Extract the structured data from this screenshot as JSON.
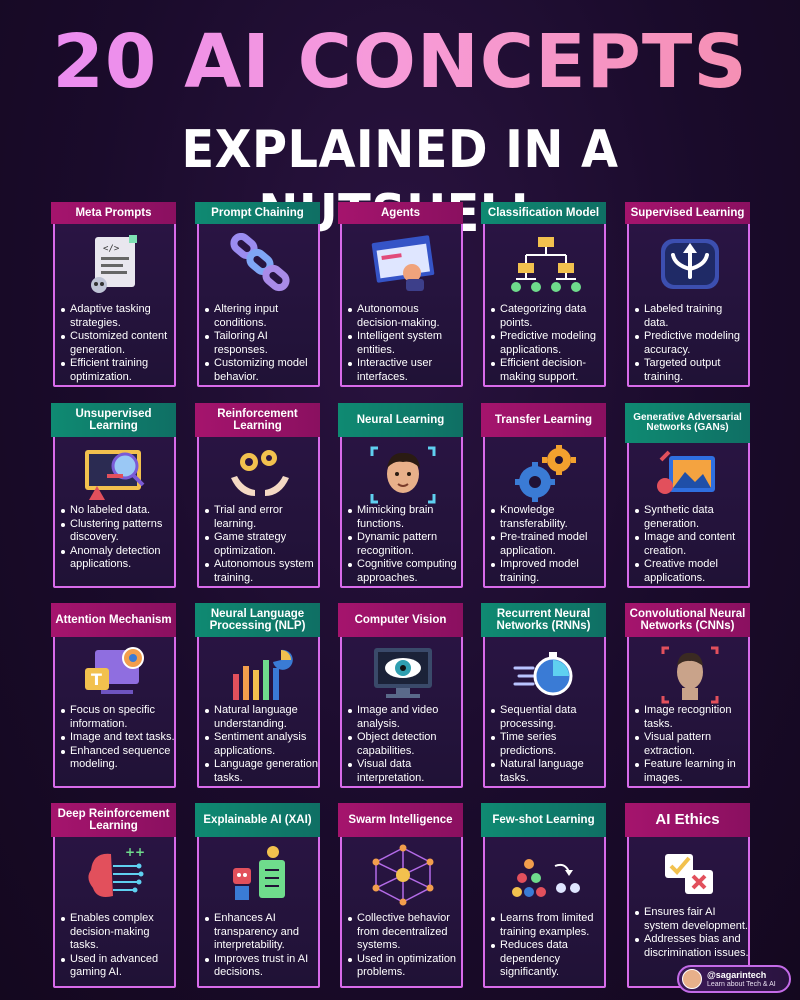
{
  "title_line1": "20 AI CONCEPTS",
  "title_line2": "EXPLAINED IN A NUTSHELL",
  "colors": {
    "accent_border": "#d86bea",
    "header_teal": "#0f8a72",
    "header_magenta": "#a5146d",
    "background": "#1a0b2b"
  },
  "cards": [
    {
      "title": "Meta Prompts",
      "icon": "document-code-icon",
      "bullets": [
        "Adaptive tasking strategies.",
        "Customized content generation.",
        "Efficient training optimization."
      ]
    },
    {
      "title": "Prompt Chaining",
      "icon": "chain-links-icon",
      "bullets": [
        "Altering input conditions.",
        "Tailoring AI responses.",
        "Customizing model behavior."
      ]
    },
    {
      "title": "Agents",
      "icon": "browser-hand-icon",
      "bullets": [
        "Autonomous decision-making.",
        "Intelligent system entities.",
        "Interactive user interfaces."
      ]
    },
    {
      "title": "Classification Model",
      "icon": "hierarchy-tree-icon",
      "bullets": [
        "Categorizing data points.",
        "Predictive modeling applications.",
        "Efficient decision-making support."
      ]
    },
    {
      "title": "Supervised Learning",
      "icon": "split-arrows-icon",
      "bullets": [
        "Labeled training data.",
        "Predictive modeling accuracy.",
        "Targeted output training."
      ]
    },
    {
      "title": "Unsupervised Learning",
      "icon": "monitor-magnifier-icon",
      "bullets": [
        "No labeled data.",
        "Clustering patterns discovery.",
        "Anomaly detection applications."
      ]
    },
    {
      "title": "Reinforcement Learning",
      "icon": "hands-gears-icon",
      "bullets": [
        "Trial and error learning.",
        "Game strategy optimization.",
        "Autonomous system training."
      ]
    },
    {
      "title": "Neural Learning",
      "icon": "face-scan-icon",
      "bullets": [
        "Mimicking brain functions.",
        "Dynamic pattern recognition.",
        "Cognitive computing approaches."
      ]
    },
    {
      "title": "Transfer Learning",
      "icon": "gears-icon",
      "bullets": [
        "Knowledge transferability.",
        "Pre-trained model application.",
        "Improved model training."
      ]
    },
    {
      "title": "Generative Adversarial Networks (GANs)",
      "icon": "palette-image-icon",
      "bullets": [
        "Synthetic data generation.",
        "Image and content creation.",
        "Creative model applications."
      ]
    },
    {
      "title": "Attention Mechanism",
      "icon": "focus-screen-icon",
      "bullets": [
        "Focus on specific information.",
        "Image and text tasks.",
        "Enhanced sequence modeling."
      ]
    },
    {
      "title": "Neural Language Processing (NLP)",
      "icon": "bar-pie-chart-icon",
      "bullets": [
        "Natural language understanding.",
        "Sentiment analysis applications.",
        "Language generation tasks."
      ]
    },
    {
      "title": "Computer Vision",
      "icon": "monitor-eye-icon",
      "bullets": [
        "Image and video analysis.",
        "Object detection capabilities.",
        "Visual data interpretation."
      ]
    },
    {
      "title": "Recurrent Neural Networks (RNNs)",
      "icon": "stopwatch-speed-icon",
      "bullets": [
        "Sequential data processing.",
        "Time series predictions.",
        "Natural language tasks."
      ]
    },
    {
      "title": "Convolutional Neural Networks (CNNs)",
      "icon": "face-frame-icon",
      "bullets": [
        "Image recognition tasks.",
        "Visual pattern extraction.",
        "Feature learning in images."
      ]
    },
    {
      "title": "Deep Reinforcement Learning",
      "icon": "brain-circuit-icon",
      "bullets": [
        "Enables complex decision-making tasks.",
        "Used in advanced gaming AI."
      ]
    },
    {
      "title": "Explainable AI (XAI)",
      "icon": "robot-checklist-icon",
      "bullets": [
        "Enhances AI transparency and interpretability.",
        "Improves trust in AI decisions."
      ]
    },
    {
      "title": "Swarm Intelligence",
      "icon": "network-nodes-icon",
      "bullets": [
        "Collective behavior from decentralized systems.",
        "Used in optimization problems."
      ]
    },
    {
      "title": "Few-shot Learning",
      "icon": "dots-tree-icon",
      "bullets": [
        "Learns from limited training examples.",
        "Reduces data dependency significantly."
      ]
    },
    {
      "title": "AI Ethics",
      "icon": "check-cross-icon",
      "bullets": [
        "Ensures fair AI system development.",
        "Addresses bias and discrimination issues."
      ]
    }
  ],
  "badge": {
    "handle": "@sagarintech",
    "tagline": "Learn about Tech & AI"
  }
}
